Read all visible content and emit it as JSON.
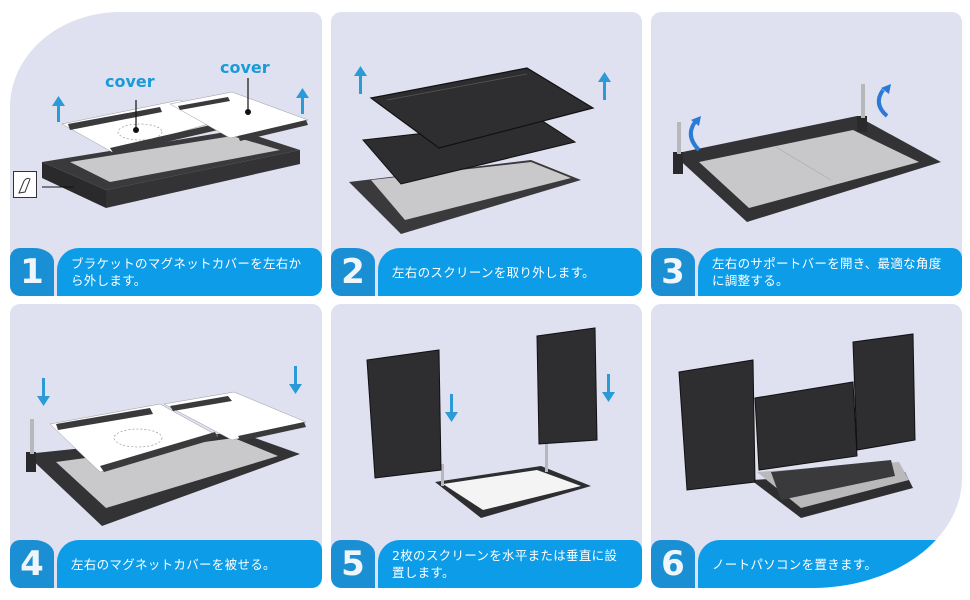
{
  "colors": {
    "panel_bg": "#dfe1f1",
    "badge_blue": "#1a8fd4",
    "caption_blue": "#0c9ce8",
    "arrow_blue": "#2a9bd6",
    "label_blue": "#1a9ad6"
  },
  "steps": [
    {
      "number": "1",
      "text": "ブラケットのマグネットカバーを左右から外します。",
      "labels": [
        "cover",
        "cover"
      ],
      "arrows": [
        "up-arrow-icon",
        "up-arrow-icon"
      ],
      "callout_icon": "finger-press-icon"
    },
    {
      "number": "2",
      "text": "左右のスクリーンを取り外します。",
      "arrows": [
        "up-arrow-icon",
        "up-arrow-icon"
      ]
    },
    {
      "number": "3",
      "text": "左右のサポートバーを開き、最適な角度に調整する。",
      "arrows": [
        "rotate-arrow-icon",
        "rotate-arrow-icon"
      ]
    },
    {
      "number": "4",
      "text": "左右のマグネットカバーを被せる。",
      "arrows": [
        "down-arrow-icon",
        "down-arrow-icon"
      ]
    },
    {
      "number": "5",
      "text": "2枚のスクリーンを水平または垂直に設置します。",
      "arrows": [
        "down-arrow-icon",
        "down-arrow-icon"
      ]
    },
    {
      "number": "6",
      "text": "ノートパソコンを置きます。"
    }
  ]
}
